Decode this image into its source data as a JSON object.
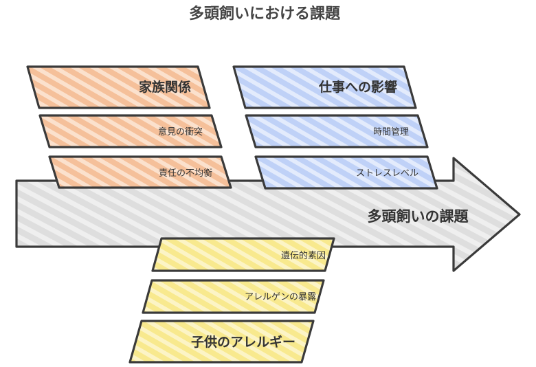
{
  "title": "多頭飼いにおける課題",
  "spine": {
    "label": "多頭飼いの課題"
  },
  "categories": [
    {
      "name": "家族関係",
      "color": "#f7c9a8",
      "causes": [
        "意見の衝突",
        "責任の不均衡"
      ]
    },
    {
      "name": "仕事への影響",
      "color": "#c9d9f9",
      "causes": [
        "時間管理",
        "ストレスレベル"
      ]
    },
    {
      "name": "子供のアレルギー",
      "color": "#f9ec9c",
      "causes": [
        "遺伝的素因",
        "アレルゲンの暴露"
      ]
    }
  ],
  "colors": {
    "spine_fill": "#e4e4e4",
    "outline": "#3a3a3a"
  }
}
